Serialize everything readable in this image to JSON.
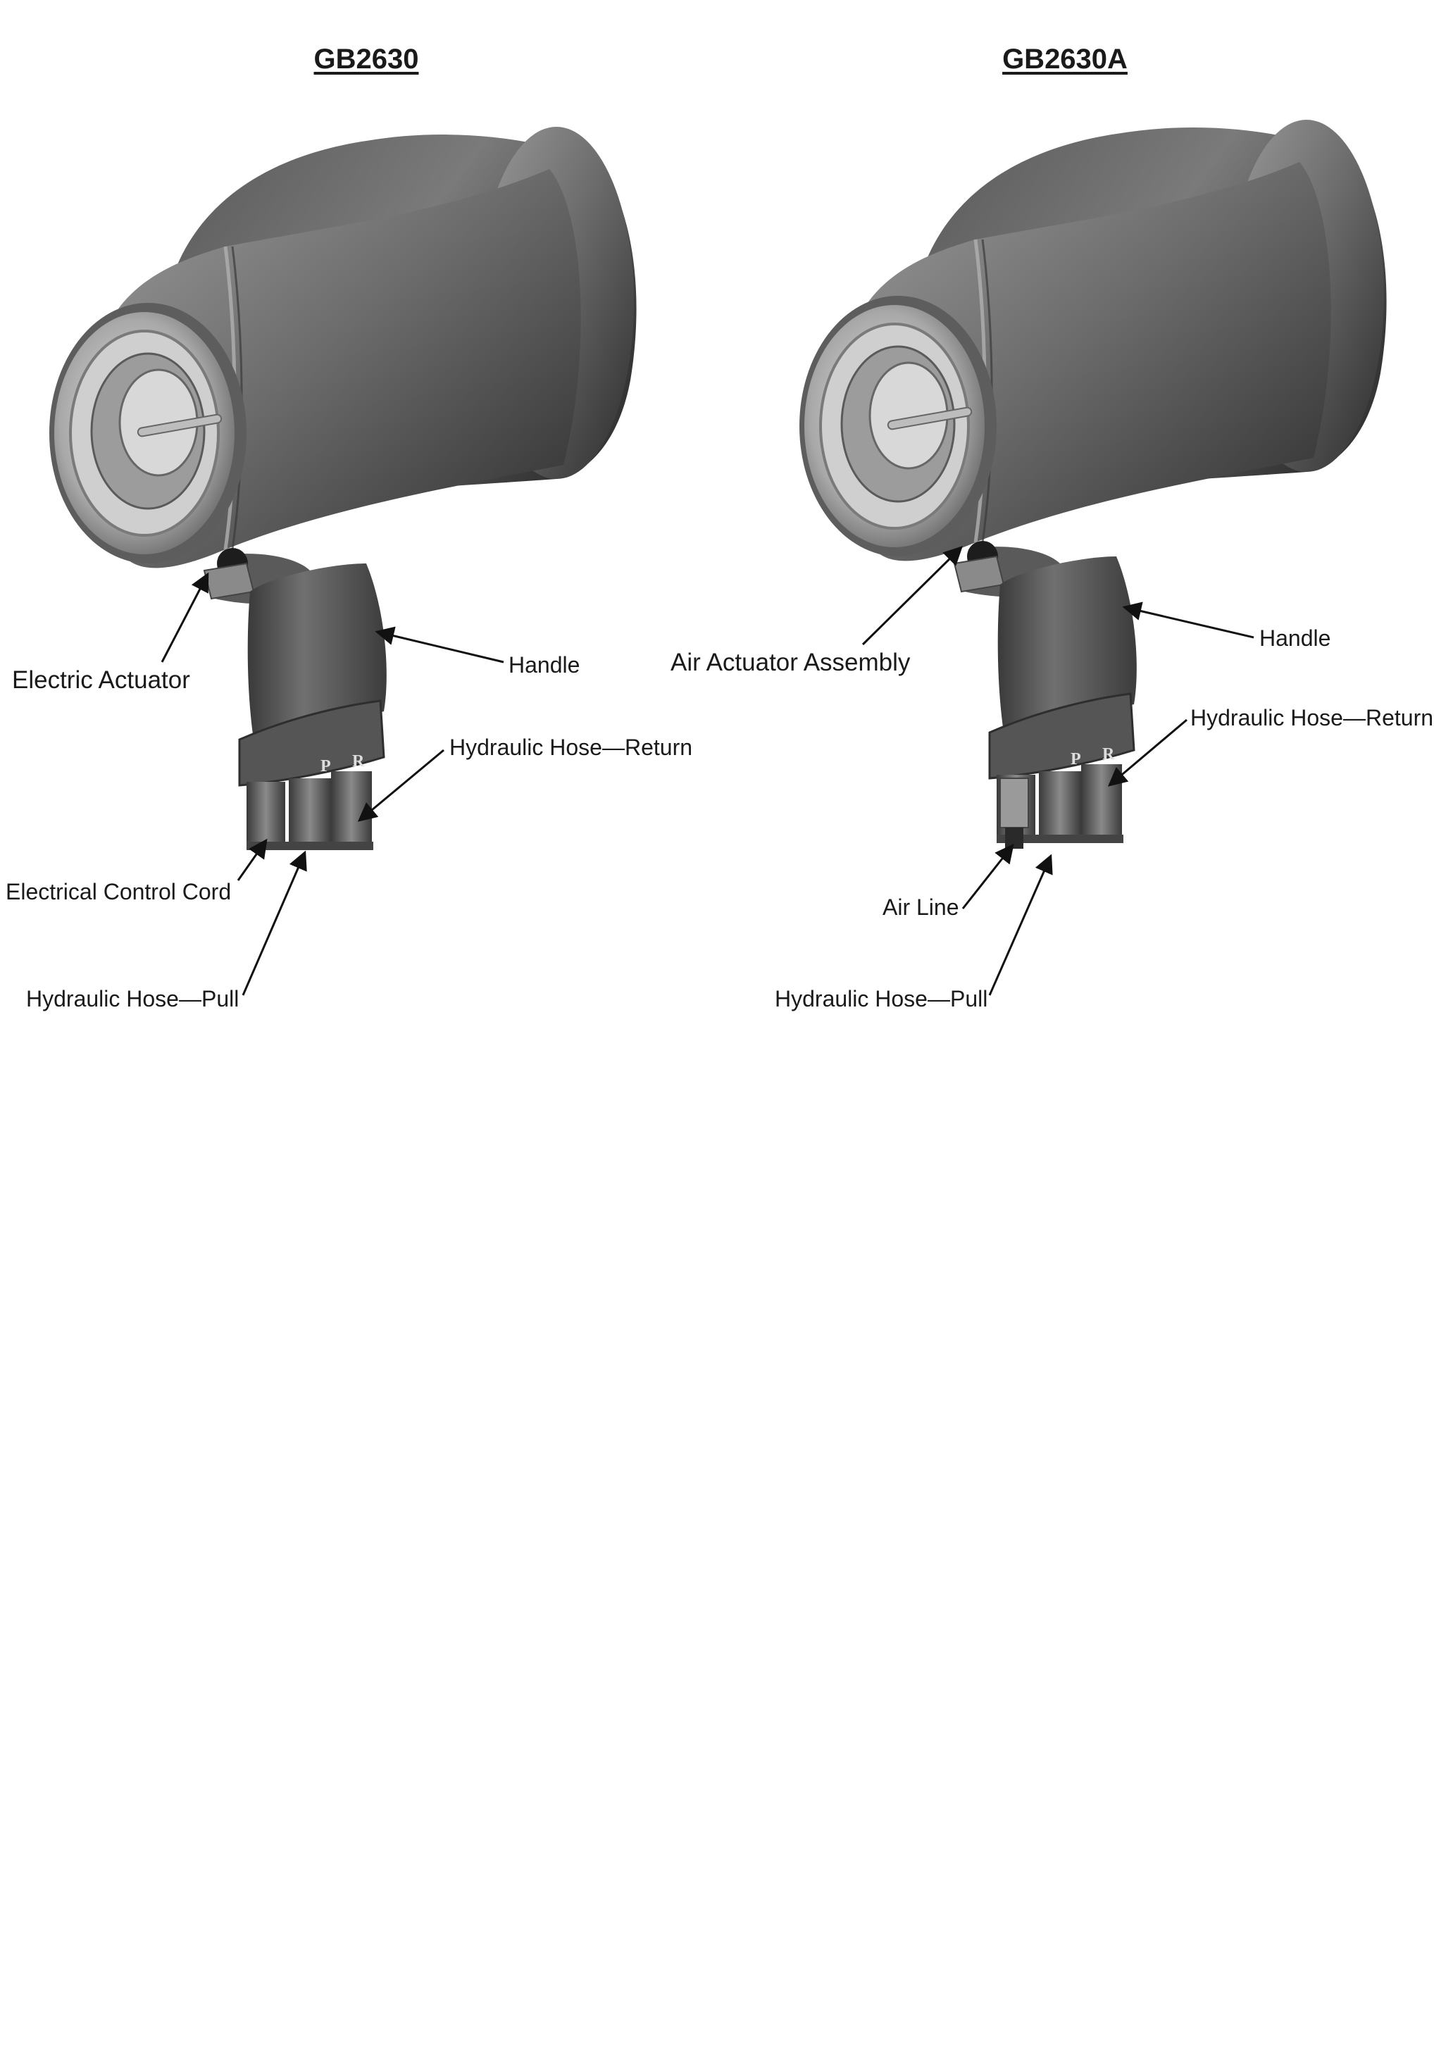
{
  "diagrams": [
    {
      "title": "GB2630",
      "labels": {
        "actuator": "Electric Actuator",
        "handle": "Handle",
        "return_hose": "Hydraulic Hose—Return",
        "control_line": "Electrical Control Cord",
        "pull_hose": "Hydraulic Hose—Pull"
      },
      "fitting_marks": [
        "P",
        "R"
      ]
    },
    {
      "title": "GB2630A",
      "labels": {
        "actuator": "Air Actuator Assembly",
        "handle": "Handle",
        "return_hose": "Hydraulic Hose—Return",
        "control_line": "Air Line",
        "pull_hose": "Hydraulic Hose—Pull"
      },
      "fitting_marks": [
        "P",
        "R"
      ]
    }
  ],
  "colors": {
    "body_light": "#8a8a8a",
    "body_dark": "#2e2e2e",
    "ring_light": "#c8c8c8",
    "line": "#111111"
  }
}
